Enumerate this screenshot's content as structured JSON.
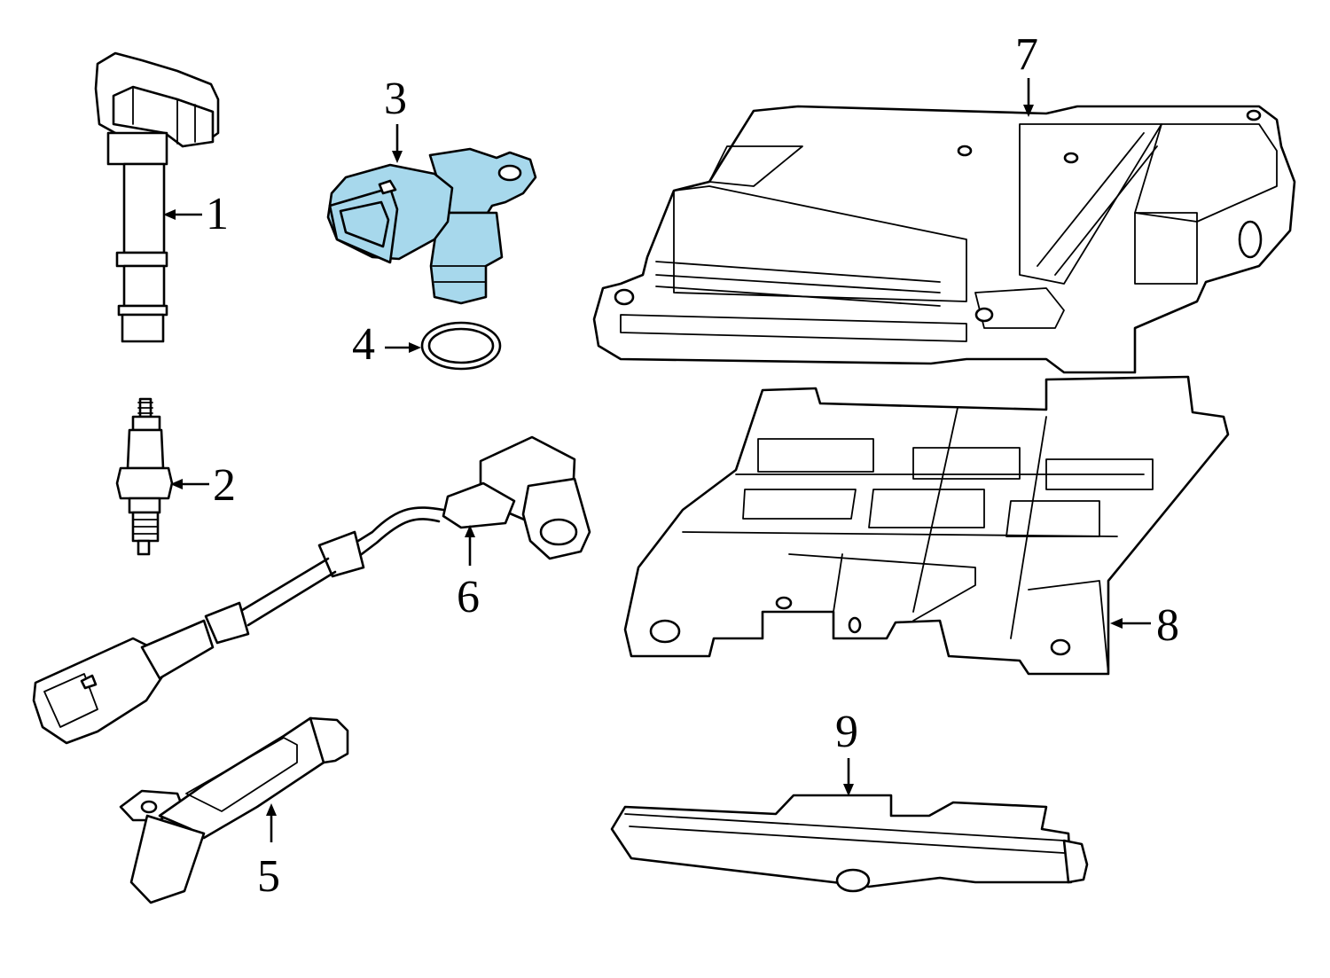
{
  "diagram": {
    "highlight_color": "#a7d8ec",
    "line_color": "#000000",
    "background": "#ffffff",
    "callouts": [
      {
        "id": "1",
        "label": "1"
      },
      {
        "id": "2",
        "label": "2"
      },
      {
        "id": "3",
        "label": "3"
      },
      {
        "id": "4",
        "label": "4"
      },
      {
        "id": "5",
        "label": "5"
      },
      {
        "id": "6",
        "label": "6"
      },
      {
        "id": "7",
        "label": "7"
      },
      {
        "id": "8",
        "label": "8"
      },
      {
        "id": "9",
        "label": "9"
      }
    ],
    "parts": [
      {
        "callout": "1",
        "icon": "ignition-coil-icon",
        "highlighted": false
      },
      {
        "callout": "2",
        "icon": "spark-plug-icon",
        "highlighted": false
      },
      {
        "callout": "3",
        "icon": "camshaft-position-sensor-icon",
        "highlighted": true
      },
      {
        "callout": "4",
        "icon": "o-ring-icon",
        "highlighted": false
      },
      {
        "callout": "5",
        "icon": "crankshaft-sensor-icon",
        "highlighted": false
      },
      {
        "callout": "6",
        "icon": "wired-sensor-icon",
        "highlighted": false
      },
      {
        "callout": "7",
        "icon": "engine-control-module-icon",
        "highlighted": false
      },
      {
        "callout": "8",
        "icon": "module-bracket-icon",
        "highlighted": false
      },
      {
        "callout": "9",
        "icon": "bracket-rail-icon",
        "highlighted": false
      }
    ]
  }
}
